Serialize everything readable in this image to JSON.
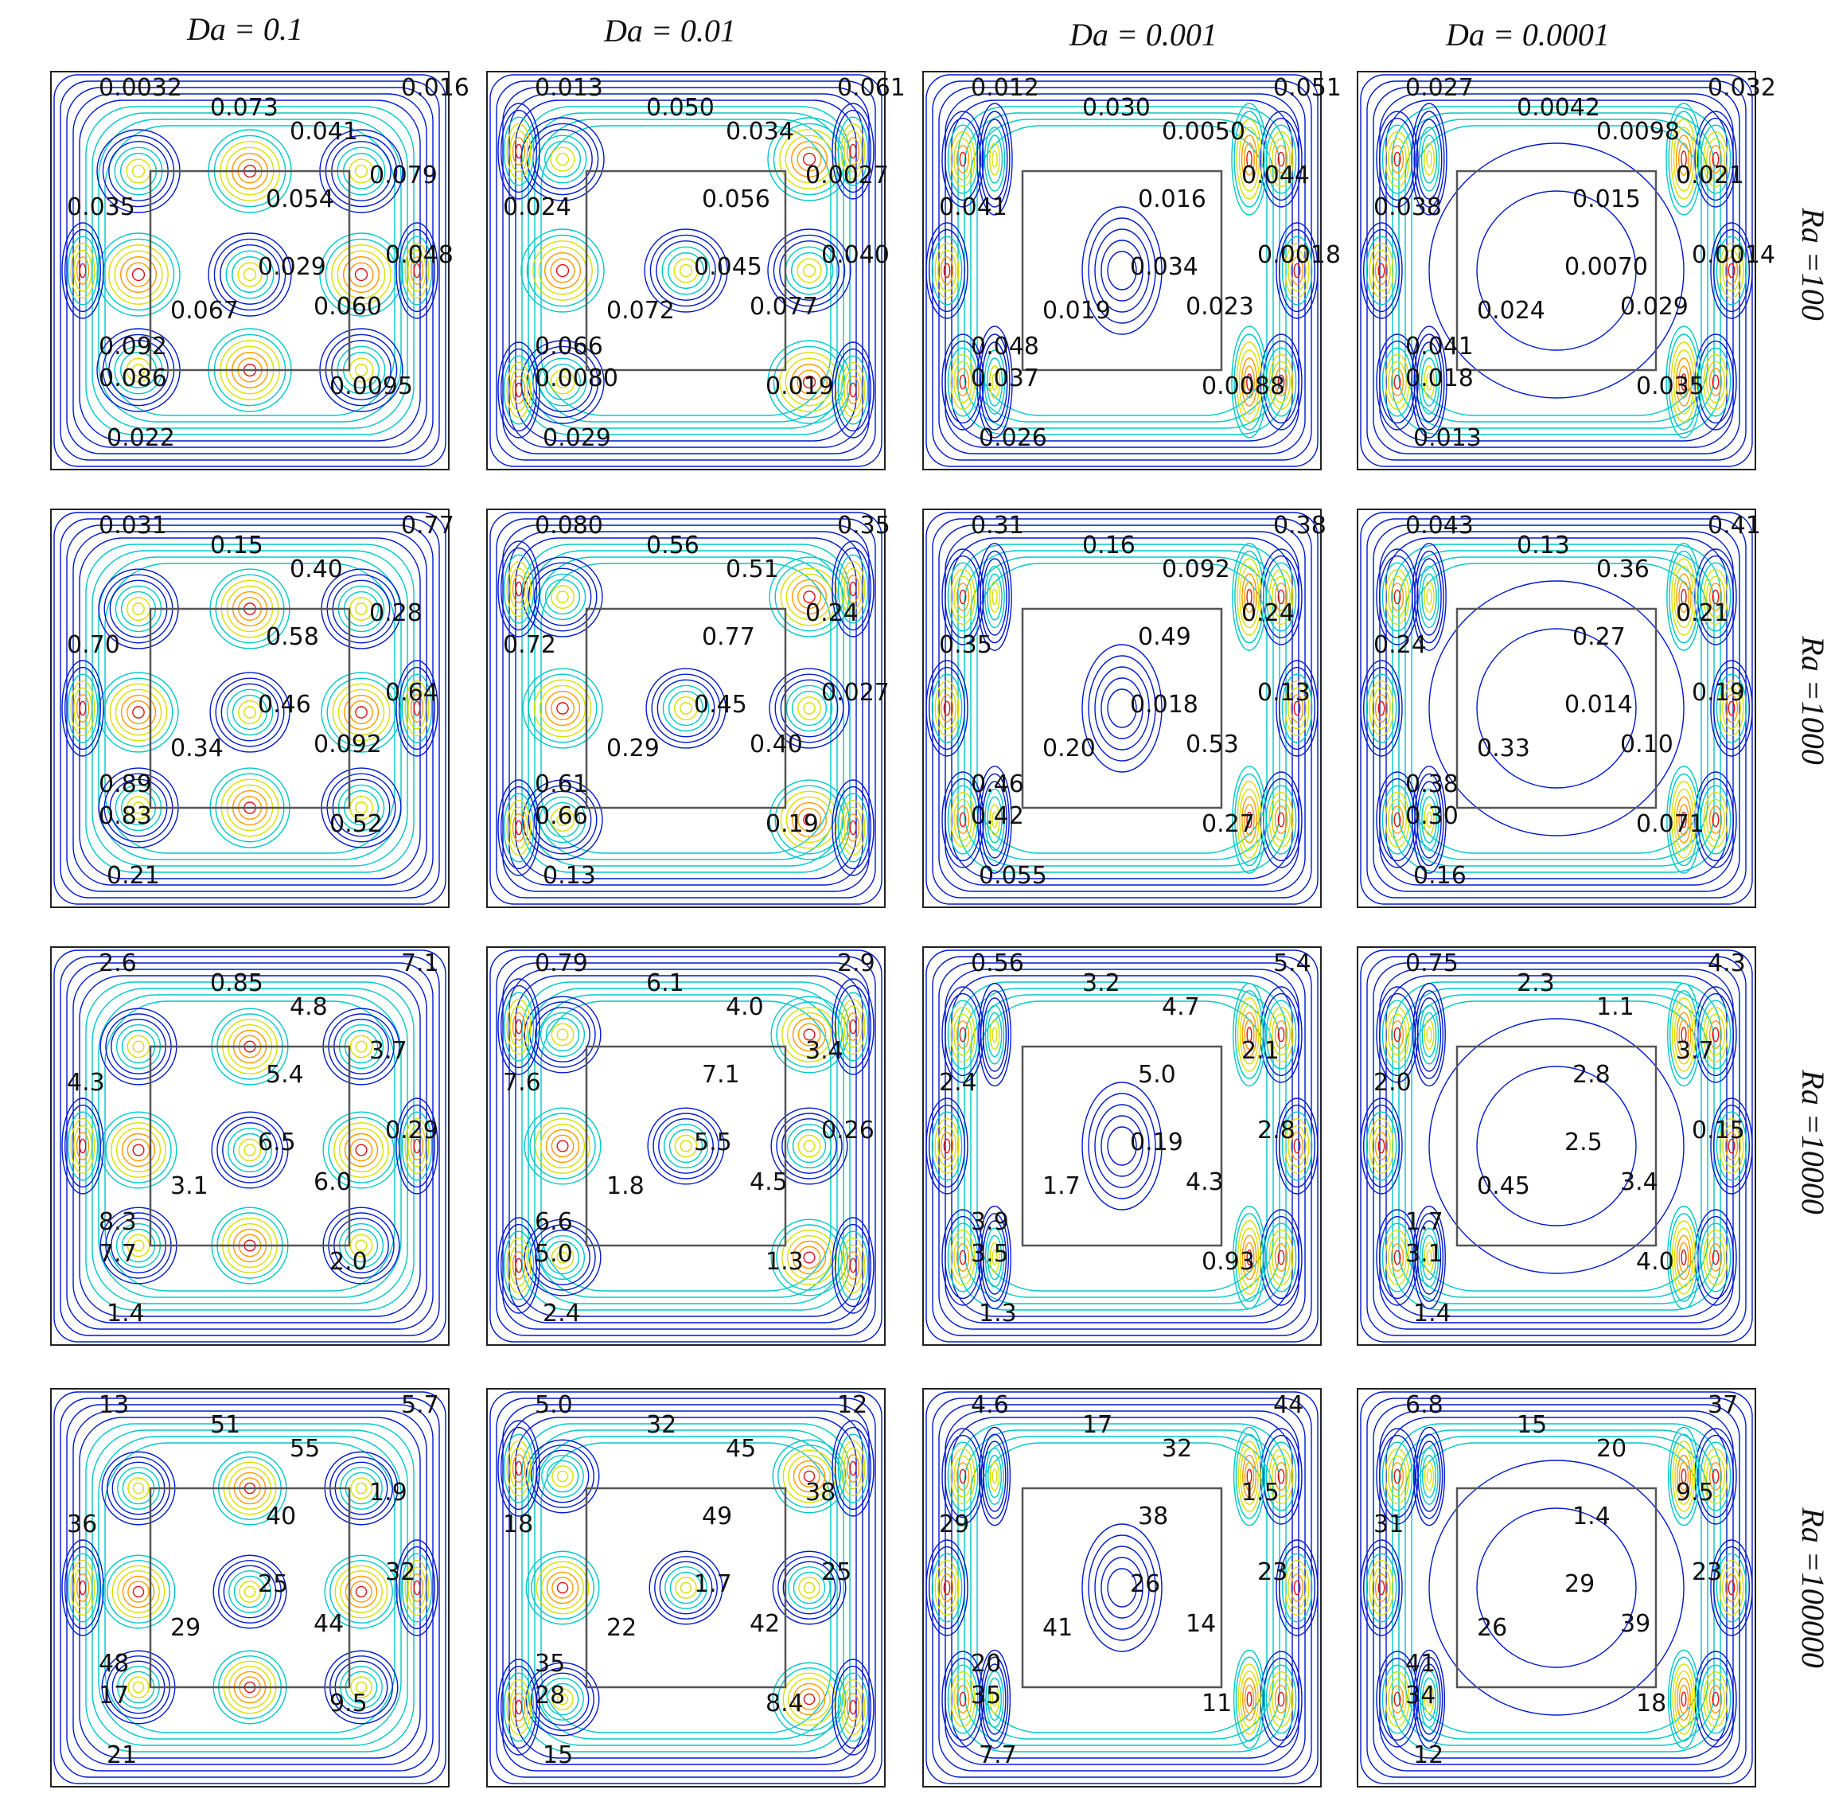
{
  "column_headers": [
    "Da = 0.1",
    "Da = 0.01",
    "Da = 0.001",
    "Da = 0.0001"
  ],
  "row_headers": [
    "Ra =100",
    "Ra =1000",
    "Ra =10000",
    "Ra =100000"
  ],
  "colors": {
    "hot": "#e01010",
    "warm": "#ff9900",
    "mid": "#d8e000",
    "cool": "#00c8c8",
    "cold": "#0018d0",
    "frame": "#222222",
    "inner_box": "#555555"
  },
  "panels": [
    {
      "id": "r1c1",
      "row": 0,
      "col": 0,
      "labels": [
        "0.0032",
        "0.073",
        "0.041",
        "0.016",
        "0.035",
        "0.054",
        "0.079",
        "0.029",
        "0.048",
        "0.067",
        "0.060",
        "0.092",
        "0.086",
        "0.0095",
        "0.022"
      ]
    },
    {
      "id": "r1c2",
      "row": 0,
      "col": 1,
      "labels": [
        "0.013",
        "0.050",
        "0.034",
        "0.061",
        "0.024",
        "0.056",
        "0.0027",
        "0.045",
        "0.040",
        "0.072",
        "0.077",
        "0.066",
        "0.0080",
        "0.019",
        "0.029"
      ]
    },
    {
      "id": "r1c3",
      "row": 0,
      "col": 2,
      "labels": [
        "0.012",
        "0.030",
        "0.0050",
        "0.051",
        "0.041",
        "0.016",
        "0.044",
        "0.034",
        "0.0018",
        "0.019",
        "0.023",
        "0.048",
        "0.037",
        "0.0088",
        "0.026"
      ]
    },
    {
      "id": "r1c4",
      "row": 0,
      "col": 3,
      "labels": [
        "0.027",
        "0.0042",
        "0.0098",
        "0.032",
        "0.038",
        "0.015",
        "0.021",
        "0.0070",
        "0.0014",
        "0.024",
        "0.029",
        "0.041",
        "0.018",
        "0.035",
        "0.013"
      ]
    },
    {
      "id": "r2c1",
      "row": 1,
      "col": 0,
      "labels": [
        "0.031",
        "0.15",
        "0.40",
        "0.77",
        "0.70",
        "0.58",
        "0.28",
        "0.46",
        "0.64",
        "0.34",
        "0.092",
        "0.89",
        "0.83",
        "0.52",
        "0.21"
      ]
    },
    {
      "id": "r2c2",
      "row": 1,
      "col": 1,
      "labels": [
        "0.080",
        "0.56",
        "0.51",
        "0.35",
        "0.72",
        "0.77",
        "0.24",
        "0.45",
        "0.027",
        "0.29",
        "0.40",
        "0.61",
        "0.66",
        "0.19",
        "0.13"
      ]
    },
    {
      "id": "r2c3",
      "row": 1,
      "col": 2,
      "labels": [
        "0.31",
        "0.16",
        "0.092",
        "0.38",
        "0.35",
        "0.49",
        "0.24",
        "0.018",
        "0.13",
        "0.20",
        "0.53",
        "0.46",
        "0.42",
        "0.27",
        "0.055"
      ]
    },
    {
      "id": "r2c4",
      "row": 1,
      "col": 3,
      "labels": [
        "0.043",
        "0.13",
        "0.36",
        "0.41",
        "0.24",
        "0.27",
        "0.21",
        "0.014",
        "0.19",
        "0.33",
        "0.10",
        "0.38",
        "0.30",
        "0.071",
        "0.16"
      ]
    },
    {
      "id": "r3c1",
      "row": 2,
      "col": 0,
      "labels": [
        "2.6",
        "0.85",
        "4.8",
        "7.1",
        "4.3",
        "5.4",
        "3.7",
        "6.5",
        "0.29",
        "3.1",
        "6.0",
        "8.3",
        "7.7",
        "2.0",
        "1.4"
      ]
    },
    {
      "id": "r3c2",
      "row": 2,
      "col": 1,
      "labels": [
        "0.79",
        "6.1",
        "4.0",
        "2.9",
        "7.6",
        "7.1",
        "3.4",
        "5.5",
        "0.26",
        "1.8",
        "4.5",
        "6.6",
        "5.0",
        "1.3",
        "2.4"
      ]
    },
    {
      "id": "r3c3",
      "row": 2,
      "col": 2,
      "labels": [
        "0.56",
        "3.2",
        "4.7",
        "5.4",
        "2.4",
        "5.0",
        "2.1",
        "0.19",
        "2.8",
        "1.7",
        "4.3",
        "3.9",
        "3.5",
        "0.93",
        "1.3"
      ]
    },
    {
      "id": "r3c4",
      "row": 2,
      "col": 3,
      "labels": [
        "0.75",
        "2.3",
        "1.1",
        "4.3",
        "2.0",
        "2.8",
        "3.7",
        "2.5",
        "0.15",
        "0.45",
        "3.4",
        "1.7",
        "3.1",
        "4.0",
        "1.4"
      ]
    },
    {
      "id": "r4c1",
      "row": 3,
      "col": 0,
      "labels": [
        "13",
        "51",
        "55",
        "5.7",
        "36",
        "40",
        "1.9",
        "25",
        "32",
        "29",
        "44",
        "48",
        "17",
        "9.5",
        "21"
      ]
    },
    {
      "id": "r4c2",
      "row": 3,
      "col": 1,
      "labels": [
        "5.0",
        "32",
        "45",
        "12",
        "18",
        "49",
        "38",
        "1.7",
        "25",
        "22",
        "42",
        "35",
        "28",
        "8.4",
        "15"
      ]
    },
    {
      "id": "r4c3",
      "row": 3,
      "col": 2,
      "labels": [
        "4.6",
        "17",
        "32",
        "44",
        "29",
        "38",
        "1.5",
        "26",
        "23",
        "41",
        "14",
        "20",
        "35",
        "11",
        "7.7"
      ]
    },
    {
      "id": "r4c4",
      "row": 3,
      "col": 3,
      "labels": [
        "6.8",
        "15",
        "20",
        "37",
        "31",
        "1.4",
        "9.5",
        "29",
        "23",
        "26",
        "39",
        "41",
        "34",
        "18",
        "12"
      ]
    }
  ]
}
